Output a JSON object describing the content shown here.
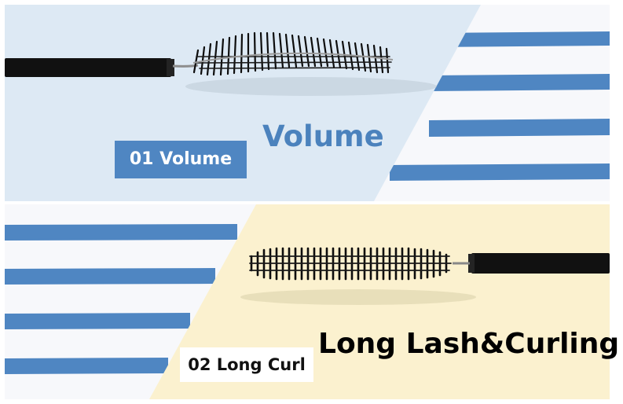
{
  "panels": [
    {
      "name": "volume",
      "tag": "01 Volume",
      "headline": "Volume",
      "tag_background": "#4f86c2",
      "headline_color": "#4b82bd",
      "background": "#dde9f4",
      "stripe_color": "#4f86c2",
      "icon": "mascara-volume-wand-icon"
    },
    {
      "name": "long-curl",
      "tag": "02 Long Curl",
      "headline": "Long Lash&Curling",
      "tag_background": "#ffffff",
      "headline_color": "#000000",
      "background": "#fbf1cf",
      "stripe_color": "#4f86c2",
      "icon": "mascara-long-curl-wand-icon"
    }
  ]
}
